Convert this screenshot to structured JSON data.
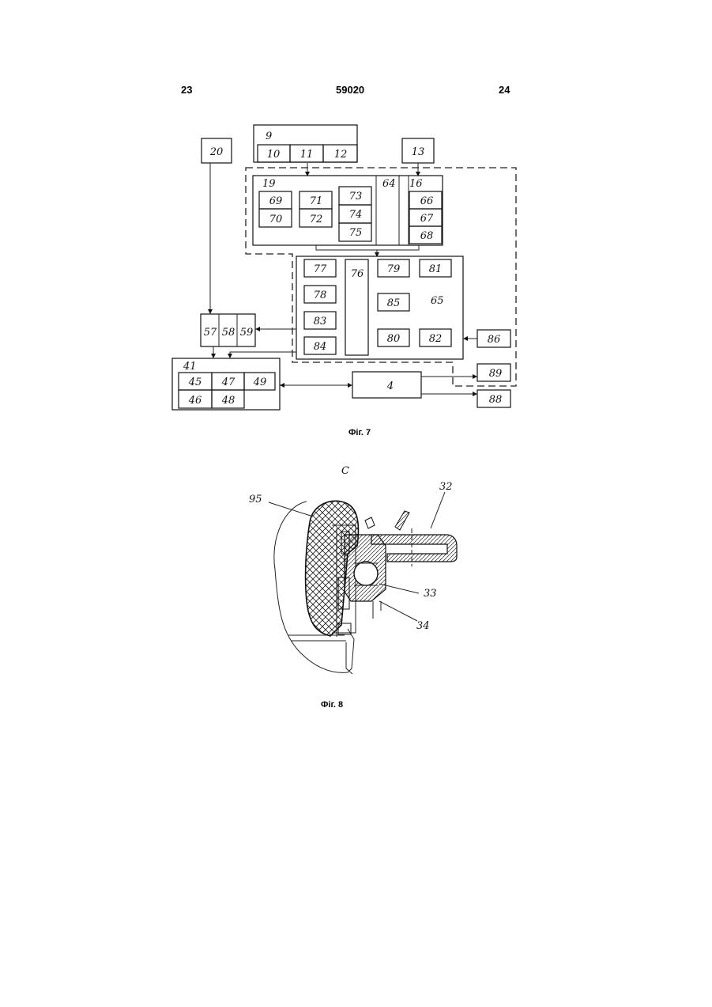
{
  "header": {
    "left": "23",
    "center": "59020",
    "right": "24"
  },
  "fig7": {
    "caption": "Фіг. 7",
    "blocks": {
      "b9": "9",
      "b10": "10",
      "b11": "11",
      "b12": "12",
      "b13": "13",
      "b20": "20",
      "b19": "19",
      "b64": "64",
      "b16": "16",
      "b69": "69",
      "b70": "70",
      "b71": "71",
      "b72": "72",
      "b73": "73",
      "b74": "74",
      "b75": "75",
      "b66": "66",
      "b67": "67",
      "b68": "68",
      "b77": "77",
      "b78": "78",
      "b83": "83",
      "b84": "84",
      "b76": "76",
      "b79": "79",
      "b81": "81",
      "b85": "85",
      "b65": "65",
      "b80": "80",
      "b82": "82",
      "b86": "86",
      "b57": "57",
      "b58": "58",
      "b59": "59",
      "b41": "41",
      "b45": "45",
      "b47": "47",
      "b49": "49",
      "b46": "46",
      "b48": "48",
      "b4": "4",
      "b89": "89",
      "b88": "88"
    }
  },
  "fig8": {
    "caption": "Фіг. 8",
    "view_label": "C",
    "labels": {
      "l95": "95",
      "l32": "32",
      "l33": "33",
      "l34": "34"
    }
  }
}
